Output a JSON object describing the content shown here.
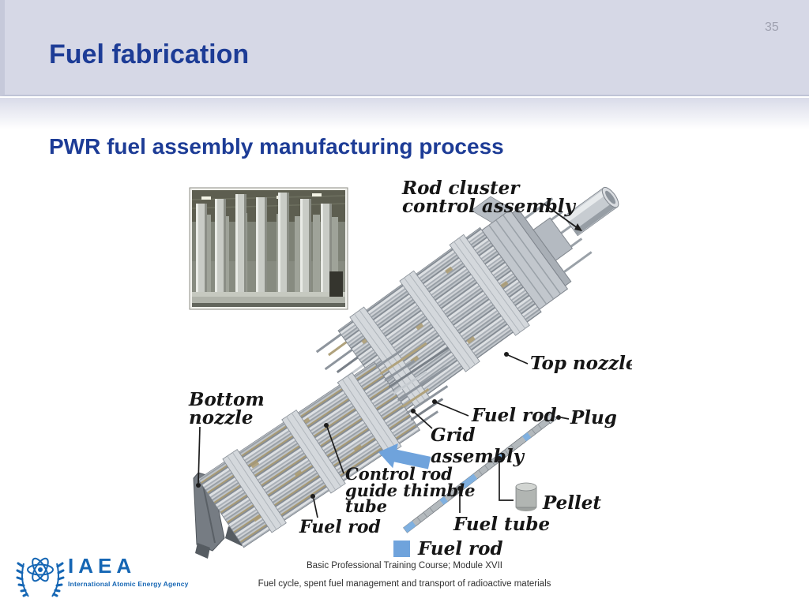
{
  "slide": {
    "page_number": "35",
    "title": "Fuel fabrication",
    "subtitle": "PWR fuel assembly manufacturing process",
    "footer": {
      "line1": "Basic Professional Training Course; Module XVII",
      "line2": "Fuel cycle, spent fuel management and transport of radioactive materials"
    }
  },
  "logo": {
    "acronym": "IAEA",
    "full_name": "International Atomic Energy Agency",
    "emblem_icon": "atom-with-laurel-branches"
  },
  "diagram": {
    "description": "Exploded diagram of a PWR fuel assembly with factory photograph",
    "labels": {
      "rod_cluster_1": "Rod cluster",
      "rod_cluster_2": "control assembly",
      "top_nozzle": "Top nozzle",
      "bottom_nozzle_1": "Bottom",
      "bottom_nozzle_2": "nozzle",
      "fuel_rod_upper": "Fuel rod",
      "plug": "Plug",
      "grid_assembly_1": "Grid",
      "grid_assembly_2": "assembly",
      "control_rod_1": "Control rod",
      "control_rod_2": "guide thimble",
      "control_rod_3": "tube",
      "fuel_rod_lower": "Fuel rod",
      "fuel_tube": "Fuel tube",
      "pellet": "Pellet",
      "legend_fuel_rod": "Fuel rod"
    },
    "colors": {
      "arrow_blue": "#6fa3dc",
      "legend_blue": "#6fa3dc",
      "rod_segment_blue": "#7fb0e0",
      "label_text": "#161616",
      "steel_light": "#d4d8dc",
      "steel_dark": "#7c838b",
      "tan_accent": "#ab9b72"
    }
  },
  "colors": {
    "header_band": "#d6d8e6",
    "title_blue": "#1d3c96",
    "page_number": "#9fa1b0",
    "iaea_blue": "#1566b4",
    "footer_text": "#2f2f2f",
    "background": "#ffffff"
  }
}
